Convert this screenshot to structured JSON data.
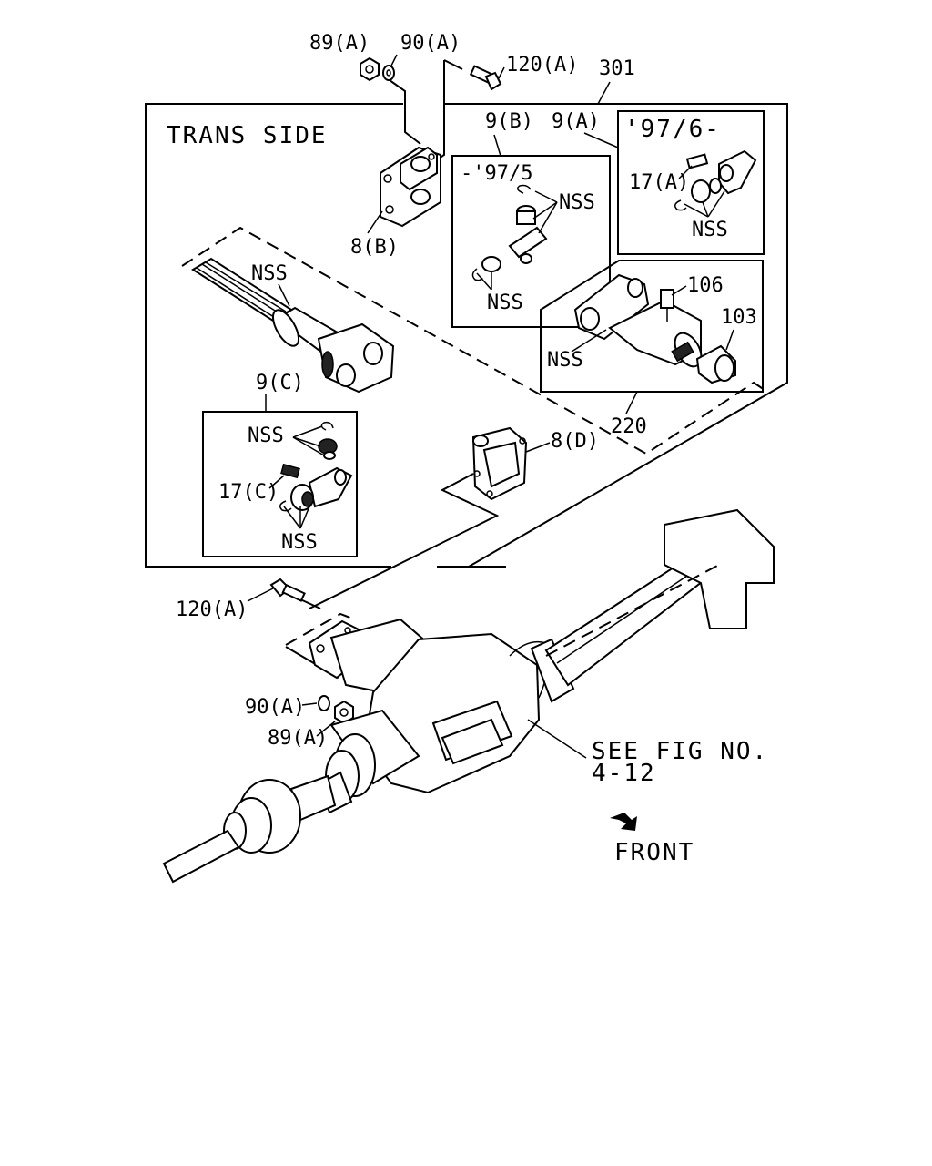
{
  "labels": {
    "trans_side": "TRANS SIDE",
    "p89a_top": "89(A)",
    "p90a_top": "90(A)",
    "p120a_top": "120(A)",
    "p301": "301",
    "p9b": "9(B)",
    "p9a": "9(A)",
    "date_9a": "'97/6-",
    "date_9b": "-'97/5",
    "p17a": "17(A)",
    "nss_9a": "NSS",
    "nss_9b_a": "NSS",
    "nss_9b_b": "NSS",
    "p8b": "8(B)",
    "nss_shaft": "NSS",
    "p106": "106",
    "p103": "103",
    "nss_220": "NSS",
    "p220": "220",
    "p9c": "9(C)",
    "nss_9c_a": "NSS",
    "p17c": "17(C)",
    "nss_9c_b": "NSS",
    "p8d": "8(D)",
    "p120a_bot": "120(A)",
    "p90a_bot": "90(A)",
    "p89a_bot": "89(A)",
    "see_fig_1": "SEE FIG NO.",
    "see_fig_2": "4-12",
    "front": "FRONT"
  }
}
